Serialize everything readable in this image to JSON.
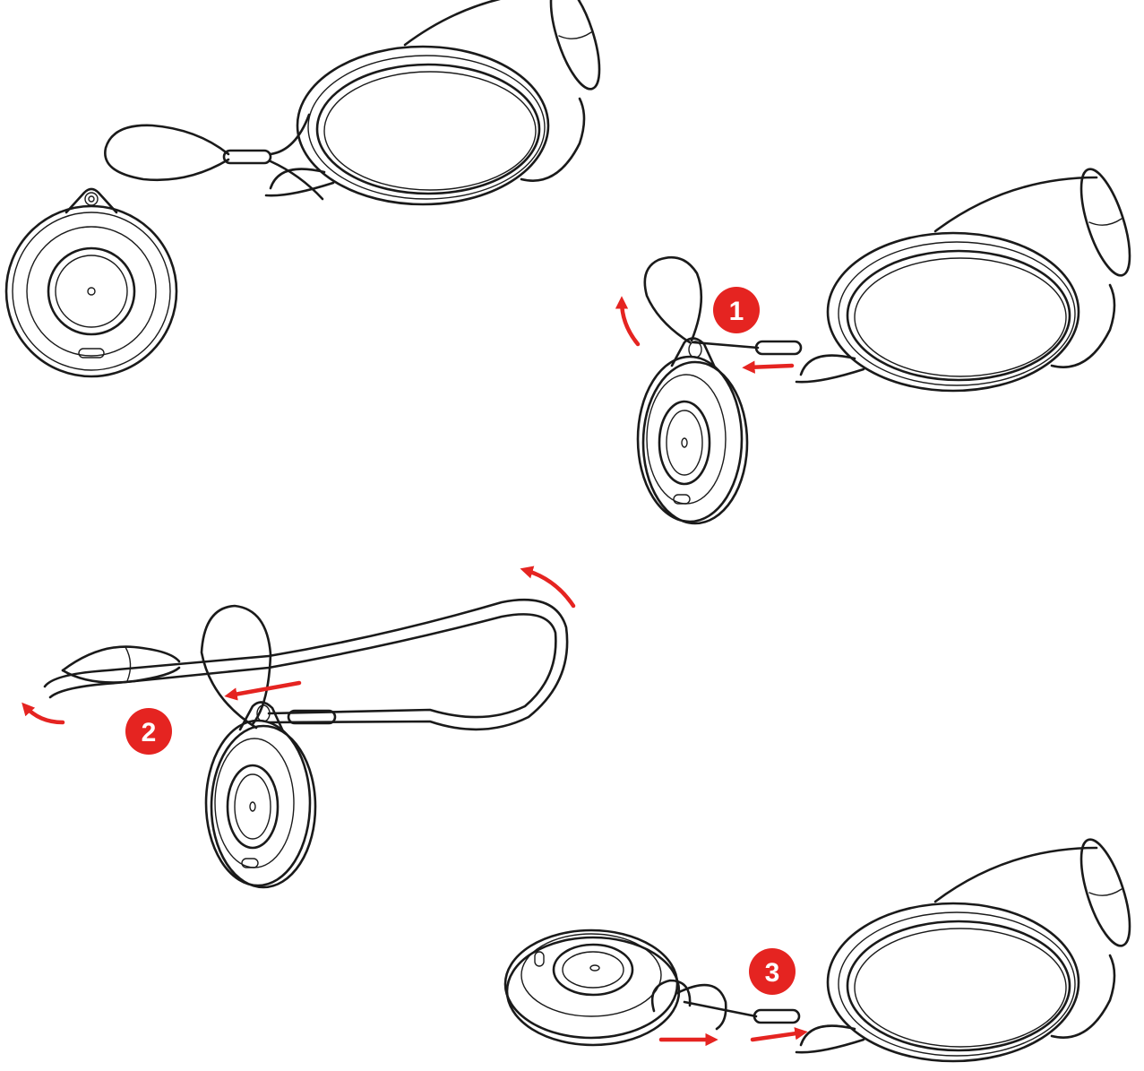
{
  "steps": [
    {
      "number": "1"
    },
    {
      "number": "2"
    },
    {
      "number": "3"
    }
  ],
  "colors": {
    "accent": "#e52421",
    "line": "#1a1a1a",
    "background": "#ffffff"
  }
}
